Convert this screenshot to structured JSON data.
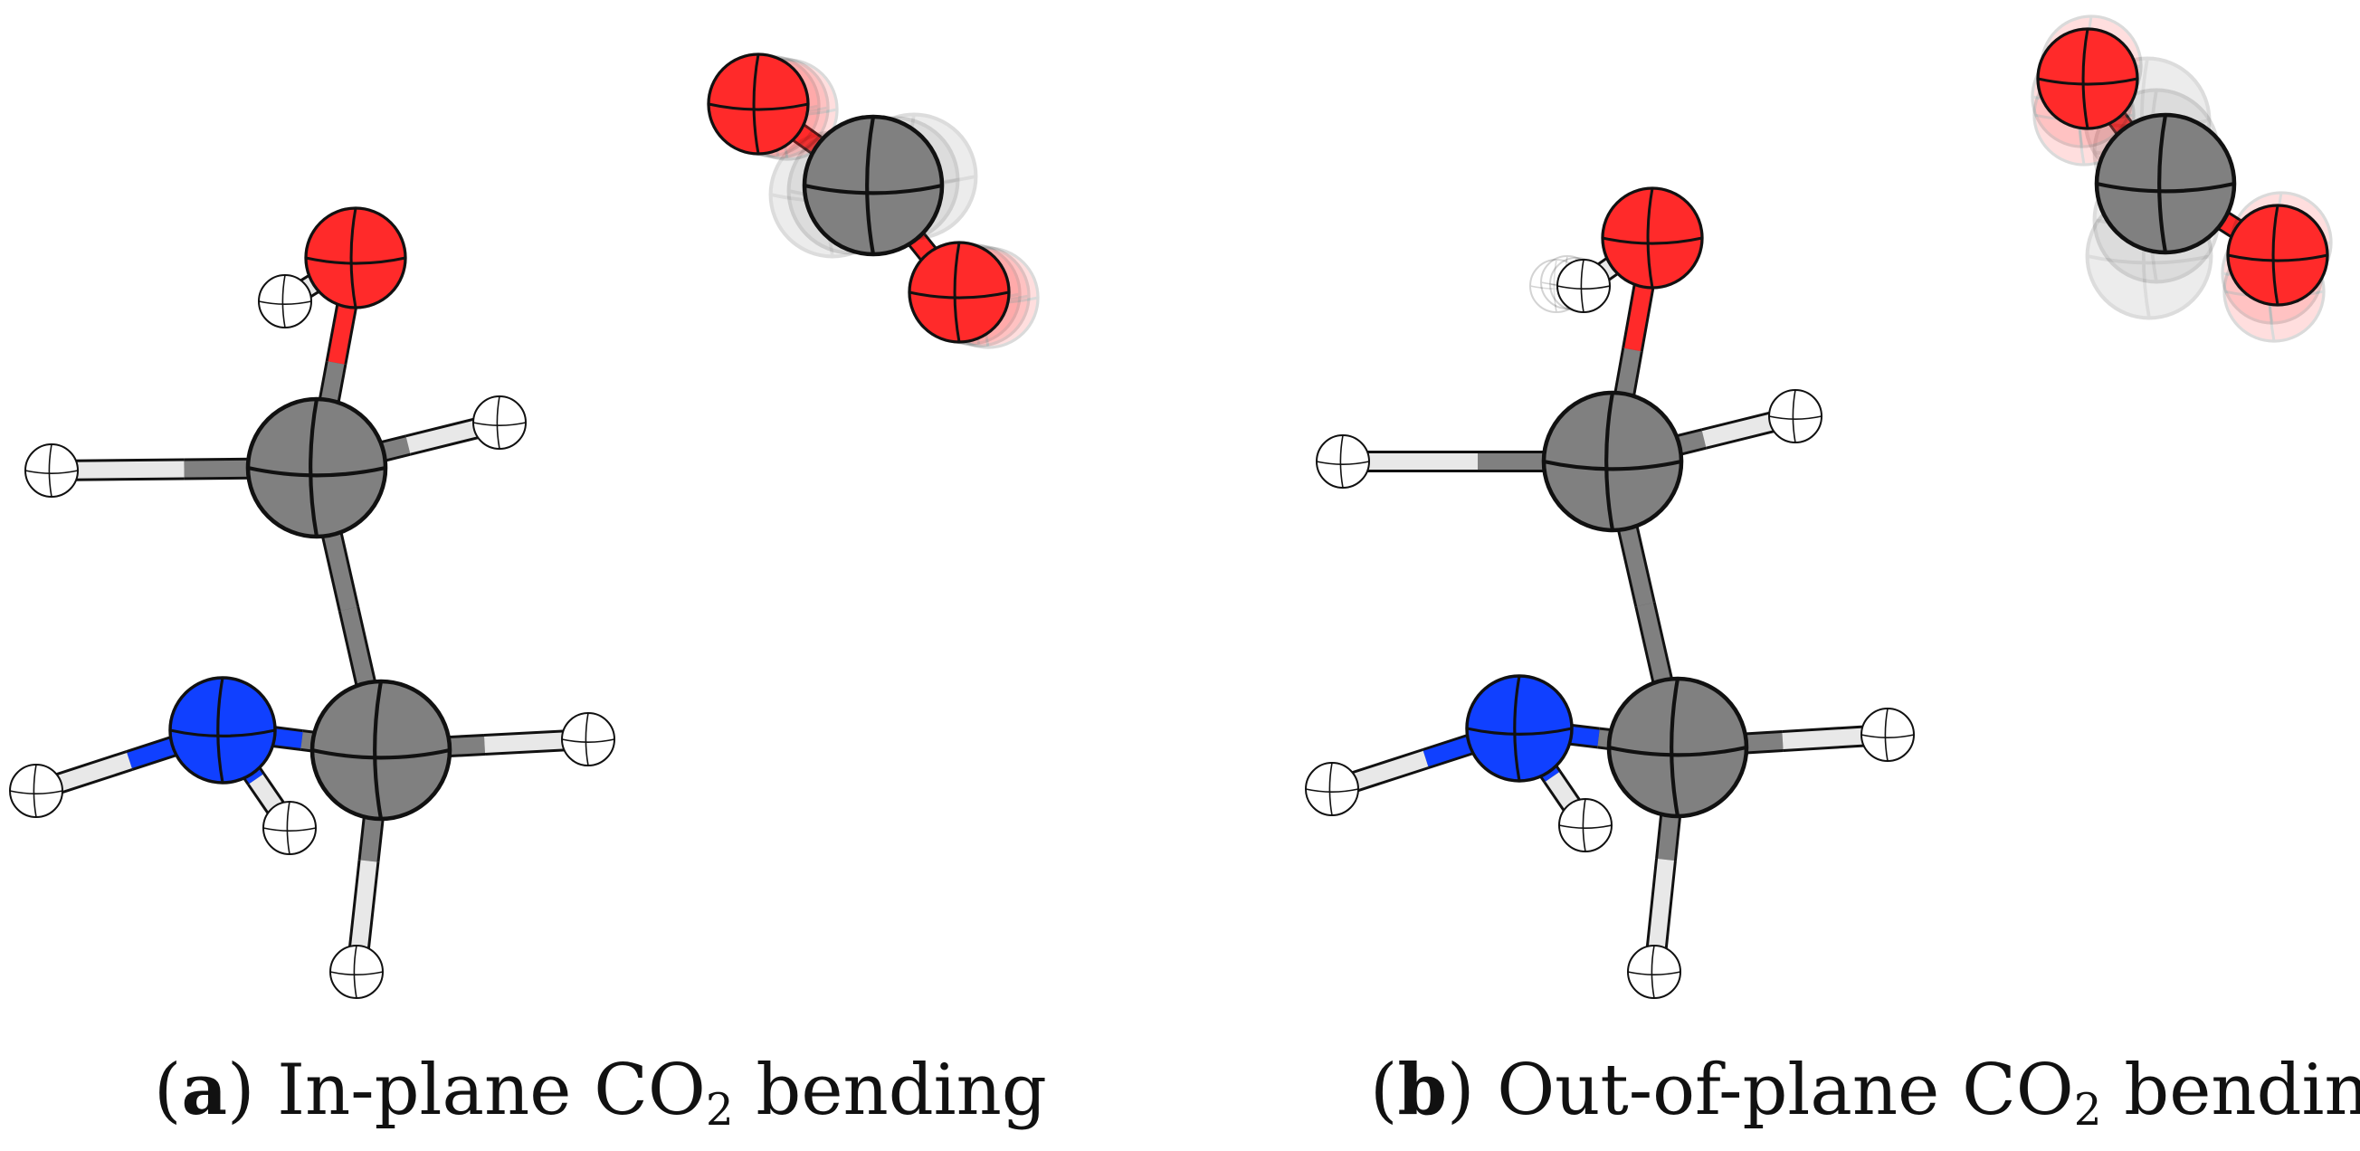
{
  "figure": {
    "colors": {
      "carbon": "#808080",
      "oxygen": "#ff2a2a",
      "nitrogen": "#1040ff",
      "hydrogen": "#ffffff",
      "outline": "#111111"
    },
    "panels": [
      {
        "id": "a",
        "caption_letter": "a",
        "caption_text_before": "In-plane CO",
        "caption_subscript": "2",
        "caption_text_after": "bending"
      },
      {
        "id": "b",
        "caption_letter": "b",
        "caption_text_before": "Out-of-plane CO",
        "caption_subscript": "2",
        "caption_text_after": "bending"
      }
    ]
  }
}
